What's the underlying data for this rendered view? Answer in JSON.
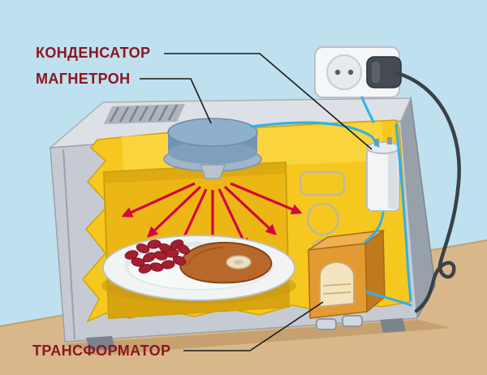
{
  "labels": {
    "capacitor": "КОНДЕНСАТОР",
    "magnetron": "МАГНЕТРОН",
    "transformer": "ТРАНСФОРМАТОР"
  },
  "colors": {
    "label_text": "#8b1722",
    "wall": "#bfe0ef",
    "table": "#d8b88b",
    "insulation_yellow": "#f6c81f",
    "arrows_red": "#d5053f",
    "wire_cyan": "#2fb0e8",
    "magnetron_blue": "#8fb0cc",
    "transformer_orange": "#e49a33",
    "capacitor_white": "#f2f4f6",
    "cord_dark": "#3b4148"
  },
  "components": [
    "wall-socket",
    "power-plug",
    "power-cord",
    "microwave-oven",
    "vent-grille",
    "magnetron",
    "waveguide-antenna",
    "microwave-emission-arrows",
    "food-plate",
    "steak",
    "beans",
    "capacitor",
    "transformer",
    "control-panel-outlines",
    "wiring"
  ]
}
